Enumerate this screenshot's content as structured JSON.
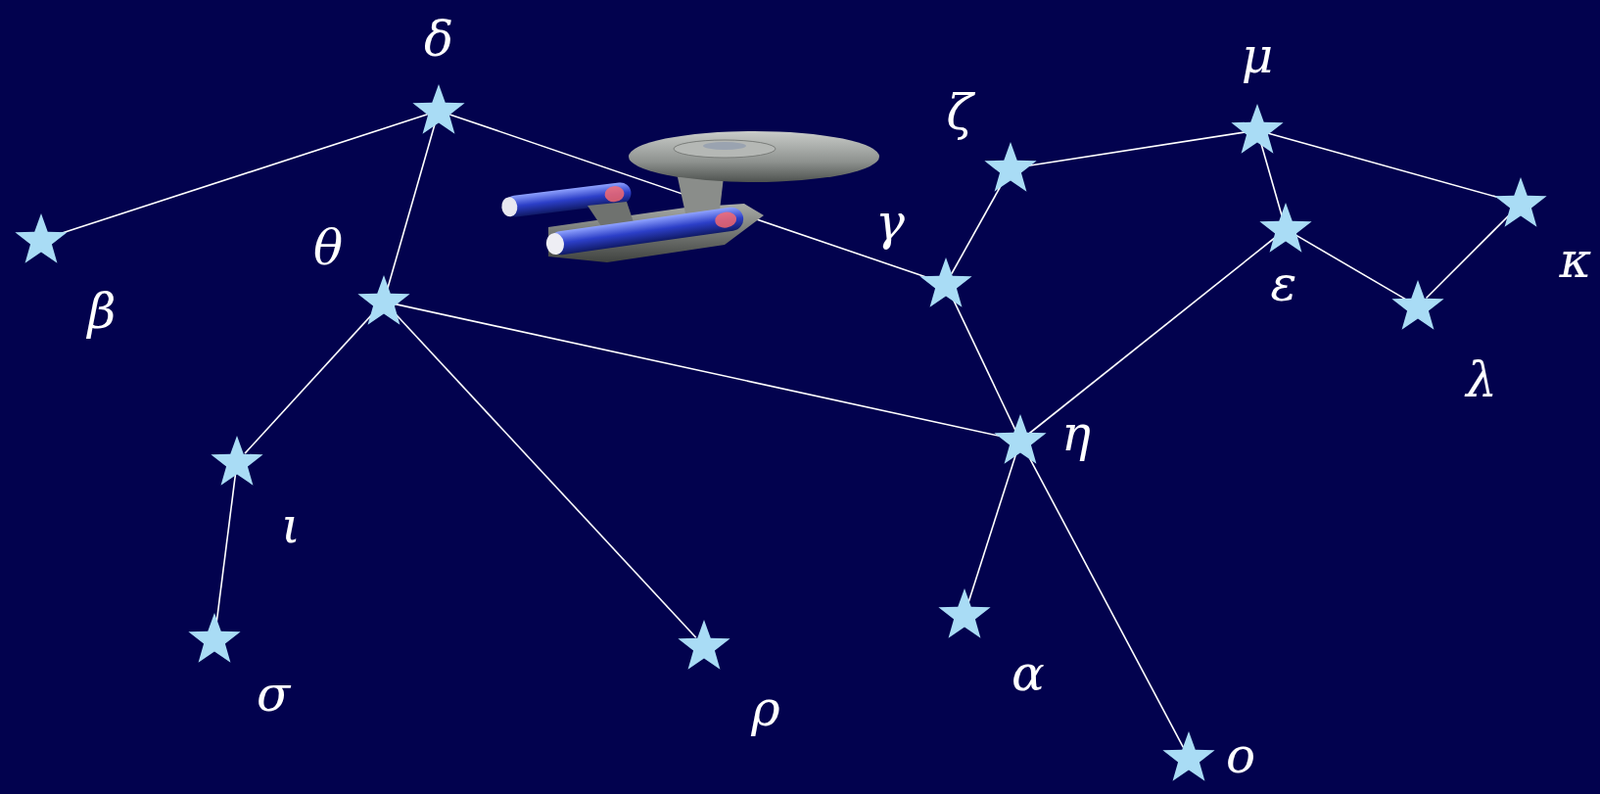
{
  "diagram": {
    "nodes": [
      {
        "text": [
          "δ"
        ]
      },
      {
        "text": [
          "ζ"
        ]
      },
      {
        "text": [
          "μ"
        ]
      },
      {
        "text": [
          "κ"
        ]
      },
      {
        "text": [
          "ε"
        ]
      },
      {
        "text": [
          "β"
        ]
      },
      {
        "text": [
          "γ"
        ]
      },
      {
        "text": [
          "θ"
        ]
      },
      {
        "text": [
          "λ"
        ]
      },
      {
        "text": [
          "η"
        ]
      },
      {
        "text": [
          "ι"
        ]
      },
      {
        "text": [
          "α"
        ]
      },
      {
        "text": [
          "σ"
        ]
      },
      {
        "text": [
          "ρ"
        ]
      },
      {
        "text": [
          "ο"
        ]
      }
    ],
    "edges": [
      {
        "from": 5,
        "to": 0,
        "arrow": "none"
      },
      {
        "from": 0,
        "to": 7,
        "arrow": "none"
      },
      {
        "from": 0,
        "to": 6,
        "arrow": "none"
      },
      {
        "from": 7,
        "to": 10,
        "arrow": "none"
      },
      {
        "from": 10,
        "to": 12,
        "arrow": "none"
      },
      {
        "from": 7,
        "to": 13,
        "arrow": "none"
      },
      {
        "from": 7,
        "to": 9,
        "arrow": "none"
      },
      {
        "from": 6,
        "to": 1,
        "arrow": "none"
      },
      {
        "from": 6,
        "to": 9,
        "arrow": "none"
      },
      {
        "from": 1,
        "to": 2,
        "arrow": "none"
      },
      {
        "from": 2,
        "to": 4,
        "arrow": "none"
      },
      {
        "from": 2,
        "to": 3,
        "arrow": "none"
      },
      {
        "from": 3,
        "to": 8,
        "arrow": "none"
      },
      {
        "from": 8,
        "to": 4,
        "arrow": "none"
      },
      {
        "from": 4,
        "to": 9,
        "arrow": "none"
      },
      {
        "from": 9,
        "to": 11,
        "arrow": "none"
      },
      {
        "from": 9,
        "to": 14,
        "arrow": "none"
      }
    ]
  }
}
